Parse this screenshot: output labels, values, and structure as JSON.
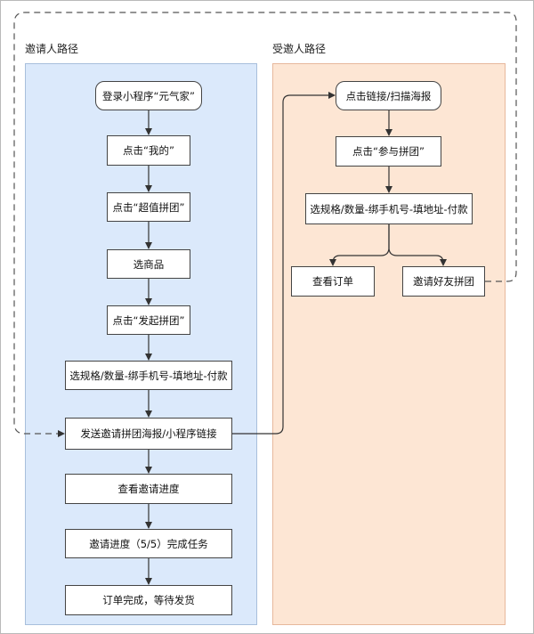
{
  "lanes": {
    "inviter_title": "邀请人路径",
    "invitee_title": "受邀人路径"
  },
  "inviter_steps": [
    "登录小程序“元气家”",
    "点击“我的”",
    "点击“超值拼团”",
    "选商品",
    "点击“发起拼团”",
    "选规格/数量-绑手机号-填地址-付款",
    "发送邀请拼团海报/小程序链接",
    "查看邀请进度",
    "邀请进度（5/5）完成任务",
    "订单完成，等待发货"
  ],
  "invitee_steps": [
    "点击链接/扫描海报",
    "点击“参与拼团”",
    "选规格/数量-绑手机号-填地址-付款"
  ],
  "invitee_branches": {
    "view_order": "查看订单",
    "invite_friends": "邀请好友拼团"
  },
  "colors": {
    "inviter_lane_fill": "#dbe9fb",
    "invitee_lane_fill": "#fde6d4",
    "line": "#333333"
  }
}
